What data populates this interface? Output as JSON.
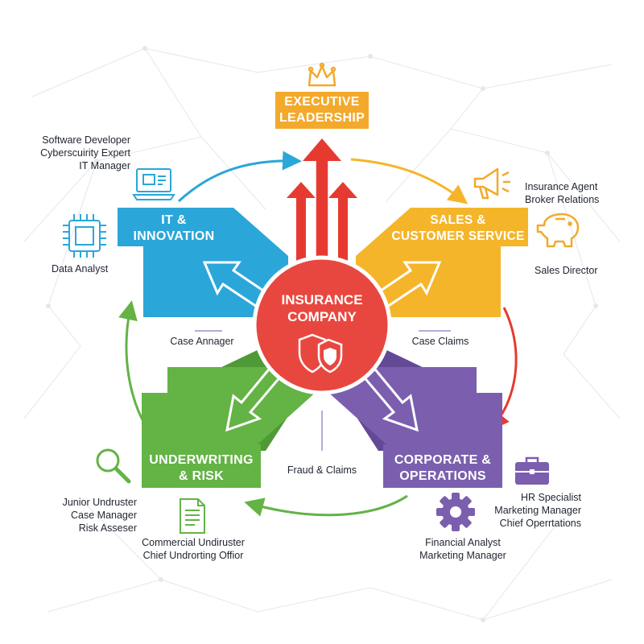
{
  "center": {
    "line1": "INSURANCE",
    "line2": "COMPANY"
  },
  "executive": {
    "line1": "EXECUTIVE",
    "line2": "LEADERSHIP"
  },
  "departments": {
    "it": {
      "line1": "IT &",
      "line2": "INNOVATION",
      "color": "#2ba6d9"
    },
    "sales": {
      "line1": "SALES &",
      "line2": "CUSTOMER SERVICE",
      "color": "#f5b52b"
    },
    "underwriting": {
      "line1": "UNDERWRITING",
      "line2": "& RISK",
      "color": "#63b345"
    },
    "corporate": {
      "line1": "CORPORATE &",
      "line2": "OPERATIONS",
      "color": "#7b5fae"
    }
  },
  "colors": {
    "center": "#e8473f",
    "executive": "#f3a92b",
    "arrow_red": "#e63a30"
  },
  "roles": {
    "it_top": [
      "Software Developer",
      "Cybersсuirity Expert",
      "IT Manager"
    ],
    "it_data": "Data Analyst",
    "sales_top": [
      "Insurance Agent",
      "Broker Relations"
    ],
    "sales_director": "Sales Director",
    "uw_left": [
      "Junior Undruster",
      "Case Manager",
      "Risk Asseser"
    ],
    "uw_bottom": [
      "Commercial Undiruster",
      "Chief Undrorting Offior"
    ],
    "corp_right": [
      "HR Specialist",
      "Marketing Manager",
      "Chief Operrtations"
    ],
    "corp_bottom": [
      "Financial Analyst",
      "Marketing Manager"
    ]
  },
  "connectors": {
    "left": "Case Annager",
    "right": "Case Claims",
    "bottom": "Fraud & Claims"
  },
  "icons": [
    "crown-icon",
    "laptop-icon",
    "chip-icon",
    "megaphone-icon",
    "piggy-bank-icon",
    "magnifier-icon",
    "document-icon",
    "briefcase-icon",
    "gear-icon",
    "shield-icon"
  ]
}
